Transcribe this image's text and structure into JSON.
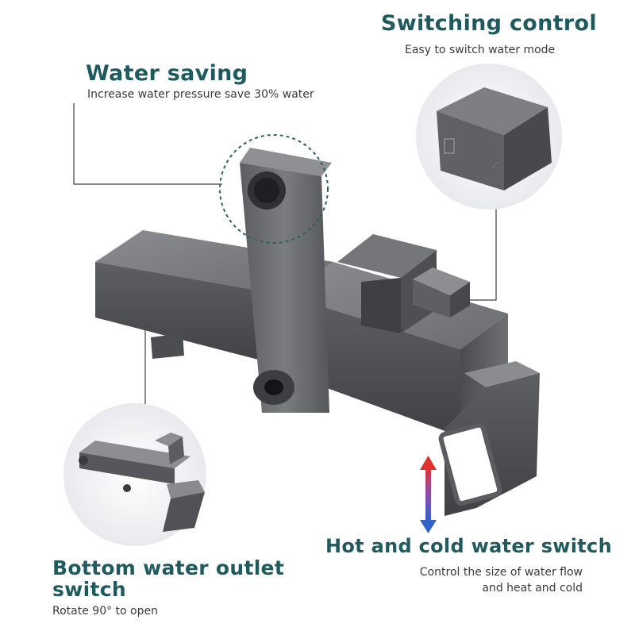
{
  "features": {
    "switching": {
      "title": "Switching control",
      "subtitle": "Easy to switch water mode"
    },
    "saving": {
      "title": "Water saving",
      "subtitle": "Increase water pressure save 30% water"
    },
    "hotcold": {
      "title": "Hot and cold water switch",
      "subtitle_line1": "Control the size of water flow",
      "subtitle_line2": "and heat and cold"
    },
    "bottom": {
      "title_line1": "Bottom water outlet",
      "title_line2": "switch",
      "subtitle": "Rotate 90° to open"
    }
  },
  "colors": {
    "title": "#1f5b5e",
    "metal": "#5a5c60",
    "hot": "#e2312d",
    "cold": "#2f63c9"
  }
}
